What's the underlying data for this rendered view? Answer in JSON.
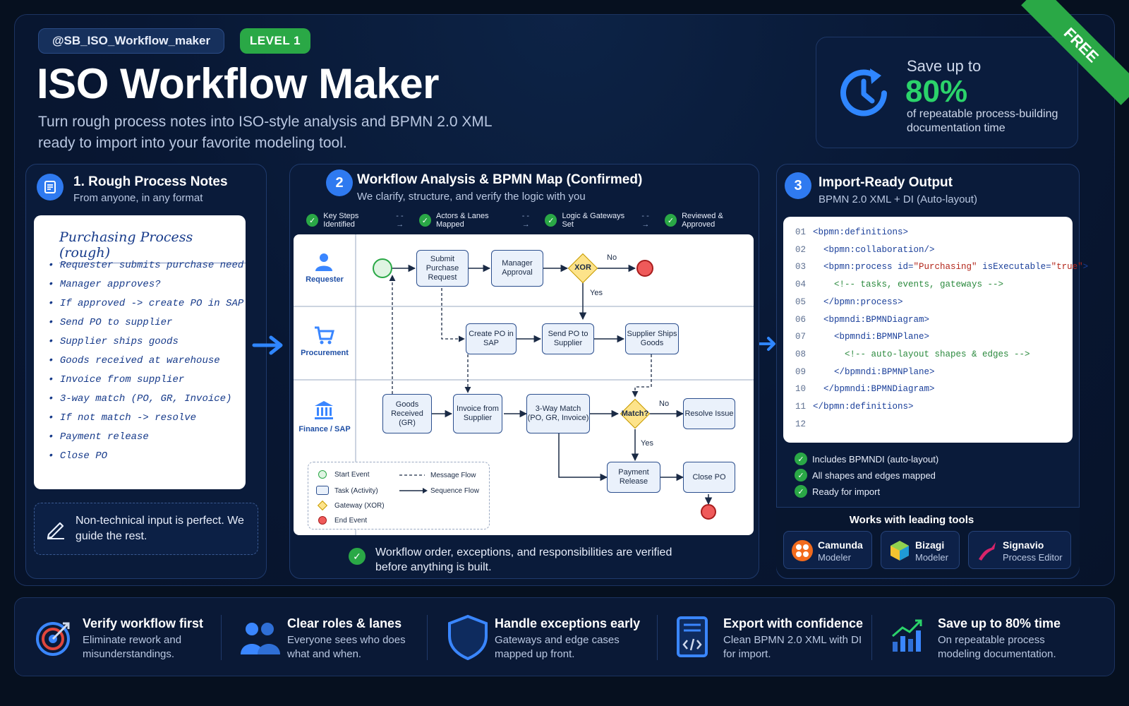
{
  "header": {
    "handle": "@SB_ISO_Workflow_maker",
    "level": "LEVEL 1",
    "title": "ISO Workflow Maker",
    "subtitle": "Turn rough process notes into ISO-style analysis and BPMN 2.0 XML ready to import into your favorite modeling tool."
  },
  "savings": {
    "label": "Save up to",
    "percent": "80%",
    "description": "of repeatable process-building documentation time",
    "ribbon": "FREE"
  },
  "panel1": {
    "number": "1",
    "title": "1. Rough Process Notes",
    "subtitle": "From anyone, in any format",
    "notes_title": "Purchasing Process (rough)",
    "notes": [
      "Requester submits purchase need",
      "Manager approves?",
      "If approved -> create PO in SAP",
      "Send PO to supplier",
      "Supplier ships goods",
      "Goods received at warehouse",
      "Invoice from supplier",
      "3-way match (PO, GR, Invoice)",
      "If not match -> resolve",
      "Payment release",
      "Close PO"
    ],
    "guide": "Non-technical input is perfect. We guide the rest."
  },
  "panel2": {
    "number": "2",
    "title": "Workflow Analysis & BPMN Map (Confirmed)",
    "subtitle": "We clarify, structure, and verify the logic with you",
    "steps": [
      "Key Steps Identified",
      "Actors & Lanes Mapped",
      "Logic & Gateways Set",
      "Reviewed & Approved"
    ],
    "lanes": [
      "Requester",
      "Procurement",
      "Finance / SAP"
    ],
    "tasks": {
      "submit": "Submit Purchase Request",
      "approval": "Manager Approval",
      "create_po": "Create PO in SAP",
      "send_po": "Send PO to Supplier",
      "ships": "Supplier Ships Goods",
      "goods": "Goods Received (GR)",
      "invoice": "Invoice from Supplier",
      "match3": "3-Way Match (PO, GR, Invoice)",
      "resolve": "Resolve Issue",
      "payment": "Payment Release",
      "close": "Close PO"
    },
    "gateways": {
      "xor": "XOR",
      "match": "Match?"
    },
    "flow_labels": {
      "no1": "No",
      "yes1": "Yes",
      "no2": "No",
      "yes2": "Yes"
    },
    "legend": {
      "start": "Start Event",
      "task": "Task (Activity)",
      "gateway": "Gateway (XOR)",
      "end": "End Event",
      "message": "Message Flow",
      "sequence": "Sequence Flow"
    },
    "verify": "Workflow order, exceptions, and responsibilities are verified before anything is built."
  },
  "panel3": {
    "number": "3",
    "title": "Import-Ready Output",
    "subtitle": "BPMN 2.0 XML + DI (Auto-layout)",
    "code": [
      {
        "n": "01",
        "t": "<bpmn:definitions>"
      },
      {
        "n": "02",
        "t": "  <bpmn:collaboration/>"
      },
      {
        "n": "03",
        "t": "  <bpmn:process",
        "a": " id=",
        "s": "\"Purchasing\"",
        "a2": " isExecutable=",
        "s2": "\"true\"",
        "t2": ">"
      },
      {
        "n": "04",
        "c": "    <!-- tasks, events, gateways -->"
      },
      {
        "n": "05",
        "t": "  </bpmn:process>"
      },
      {
        "n": "06",
        "t": "  <bpmndi:BPMNDiagram>"
      },
      {
        "n": "07",
        "t": "    <bpmndi:BPMNPlane>"
      },
      {
        "n": "08",
        "c": "      <!-- auto-layout shapes & edges -->"
      },
      {
        "n": "09",
        "t": "    </bpmndi:BPMNPlane>"
      },
      {
        "n": "10",
        "t": "  </bpmndi:BPMNDiagram>"
      },
      {
        "n": "11",
        "t": "</bpmn:definitions>"
      },
      {
        "n": "12",
        "t": ""
      }
    ],
    "features": [
      "Includes BPMNDI (auto-layout)",
      "All shapes and edges mapped",
      "Ready for import"
    ],
    "works_title": "Works with leading tools",
    "tools": [
      {
        "name": "Camunda",
        "sub": "Modeler"
      },
      {
        "name": "Bizagi",
        "sub": "Modeler"
      },
      {
        "name": "Signavio",
        "sub": "Process Editor"
      }
    ]
  },
  "benefits": [
    {
      "title": "Verify workflow first",
      "desc": "Eliminate rework and misunderstandings."
    },
    {
      "title": "Clear roles & lanes",
      "desc": "Everyone sees who does what and when."
    },
    {
      "title": "Handle exceptions early",
      "desc": "Gateways and edge cases mapped up front."
    },
    {
      "title": "Export with confidence",
      "desc": "Clean BPMN 2.0 XML with DI for import."
    },
    {
      "title": "Save up to 80% time",
      "desc": "On repeatable process modeling documentation."
    }
  ],
  "colors": {
    "accent": "#2f7af0",
    "success": "#2aa846",
    "highlight": "#2bd36a",
    "background": "#06101f"
  }
}
